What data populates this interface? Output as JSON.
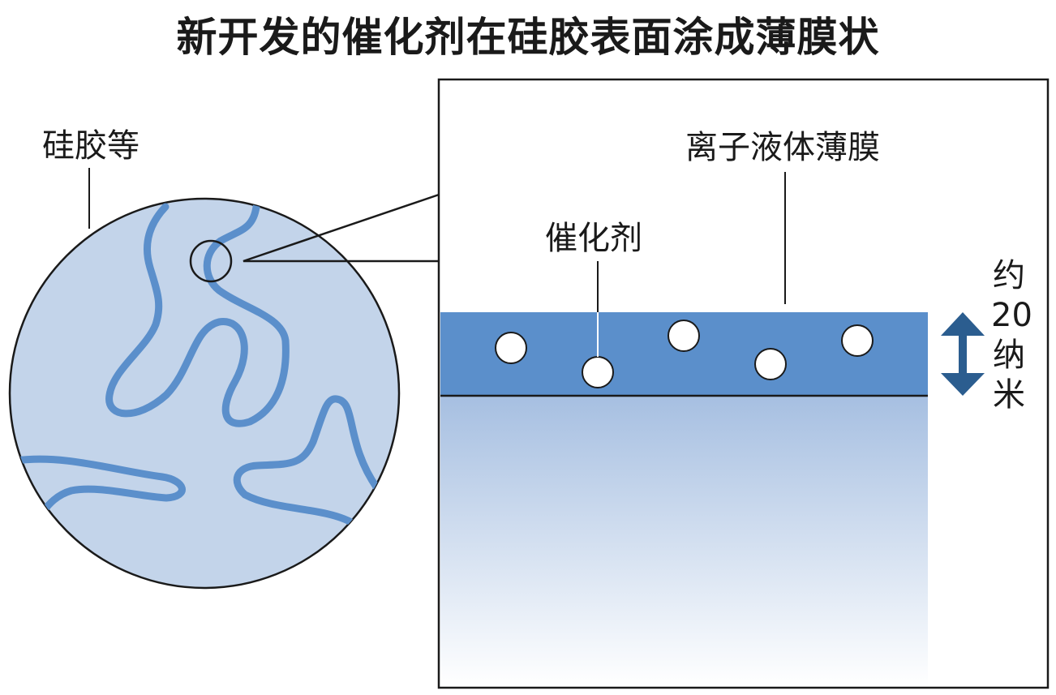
{
  "title": "新开发的催化剂在硅胶表面涂成薄膜状",
  "labels": {
    "silica": "硅胶等",
    "ionic_liquid_film": "离子液体薄膜",
    "catalyst": "催化剂",
    "thickness": [
      "约",
      "20",
      "纳",
      "米"
    ]
  },
  "colors": {
    "silica_fill": "#c3d4ea",
    "pore_line": "#5b8fcb",
    "film": "#5b8fcb",
    "arrow": "#2b5d8f",
    "outline": "#1a1a1a"
  }
}
